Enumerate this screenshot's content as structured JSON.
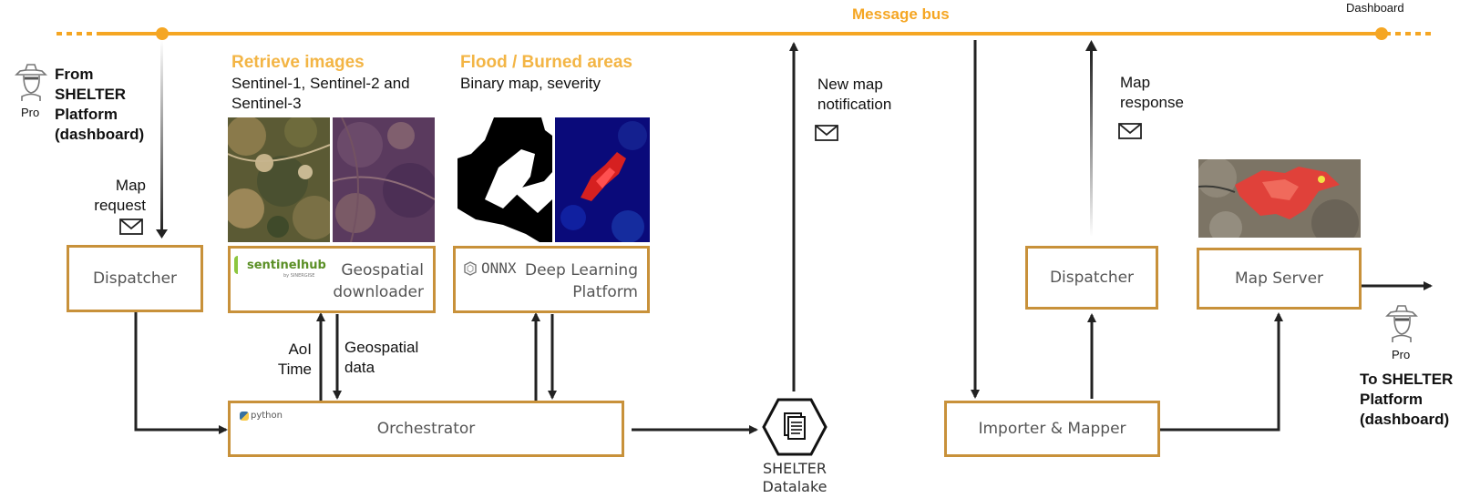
{
  "bus": {
    "title": "Message bus",
    "right_label": "Dashboard",
    "color": "#f5a623"
  },
  "left_actor": {
    "role": "Pro",
    "title": "From SHELTER Platform (dashboard)",
    "lines": [
      "From",
      "SHELTER",
      "Platform",
      "(dashboard)"
    ]
  },
  "right_actor": {
    "role": "Pro",
    "lines": [
      "To SHELTER",
      "Platform",
      "(dashboard)"
    ]
  },
  "map_request": {
    "lines": [
      "Map",
      "request"
    ]
  },
  "dispatcher_left": "Dispatcher",
  "retrieve": {
    "title": "Retrieve images",
    "subtitle_lines": [
      "Sentinel-1, Sentinel-2 and",
      "Sentinel-3"
    ]
  },
  "flood": {
    "title": "Flood / Burned areas",
    "subtitle": "Binary map, severity"
  },
  "downloader": {
    "logo": "sentinelhub",
    "logo_sub": "by SINERGISE",
    "lines": [
      "Geospatial",
      "downloader"
    ]
  },
  "dl_platform": {
    "logo": "ONNX",
    "lines": [
      "Deep Learning",
      "Platform"
    ]
  },
  "aoi_time": {
    "lines": [
      "AoI",
      "Time"
    ]
  },
  "geo_data": {
    "lines": [
      "Geospatial",
      "data"
    ]
  },
  "orchestrator": {
    "label": "Orchestrator",
    "logo": "python"
  },
  "datalake": {
    "lines": [
      "SHELTER",
      "Datalake"
    ]
  },
  "new_map": {
    "lines": [
      "New map",
      "notification"
    ]
  },
  "map_response": {
    "lines": [
      "Map",
      "response"
    ]
  },
  "dispatcher_right": "Dispatcher",
  "map_server": "Map Server",
  "importer": "Importer & Mapper",
  "colors": {
    "box_border": "#c8913a",
    "title_orange": "#f3b545",
    "arrow": "#222222"
  }
}
